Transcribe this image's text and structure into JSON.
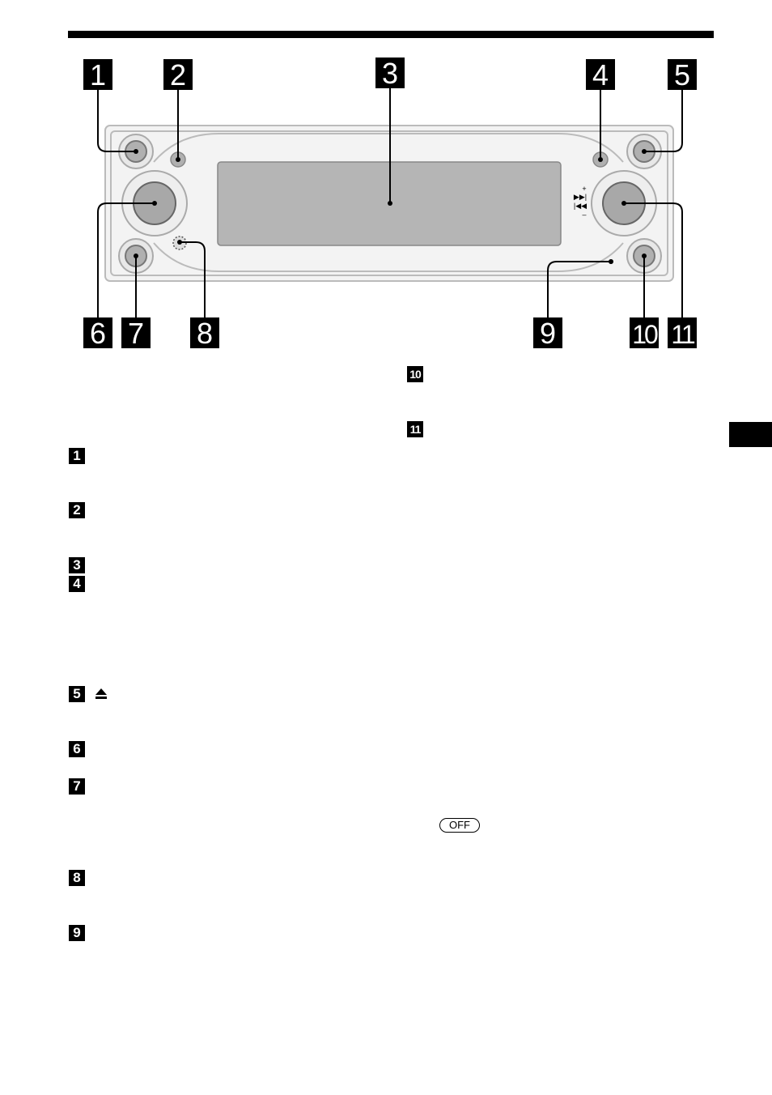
{
  "callouts": [
    "1",
    "2",
    "3",
    "4",
    "5",
    "6",
    "7",
    "8",
    "9",
    "10",
    "11"
  ],
  "seek_symbols": {
    "plus": "+",
    "next": "▶▶|",
    "prev": "|◀◀",
    "minus": "–"
  },
  "legend": [
    {
      "num": "1"
    },
    {
      "num": "2"
    },
    {
      "num": "3"
    },
    {
      "num": "4"
    },
    {
      "num": "5",
      "icon": "eject-icon"
    },
    {
      "num": "6"
    },
    {
      "num": "7"
    },
    {
      "num": "8"
    },
    {
      "num": "9"
    },
    {
      "num": "10"
    },
    {
      "num": "11"
    }
  ],
  "off_button_label": "OFF"
}
